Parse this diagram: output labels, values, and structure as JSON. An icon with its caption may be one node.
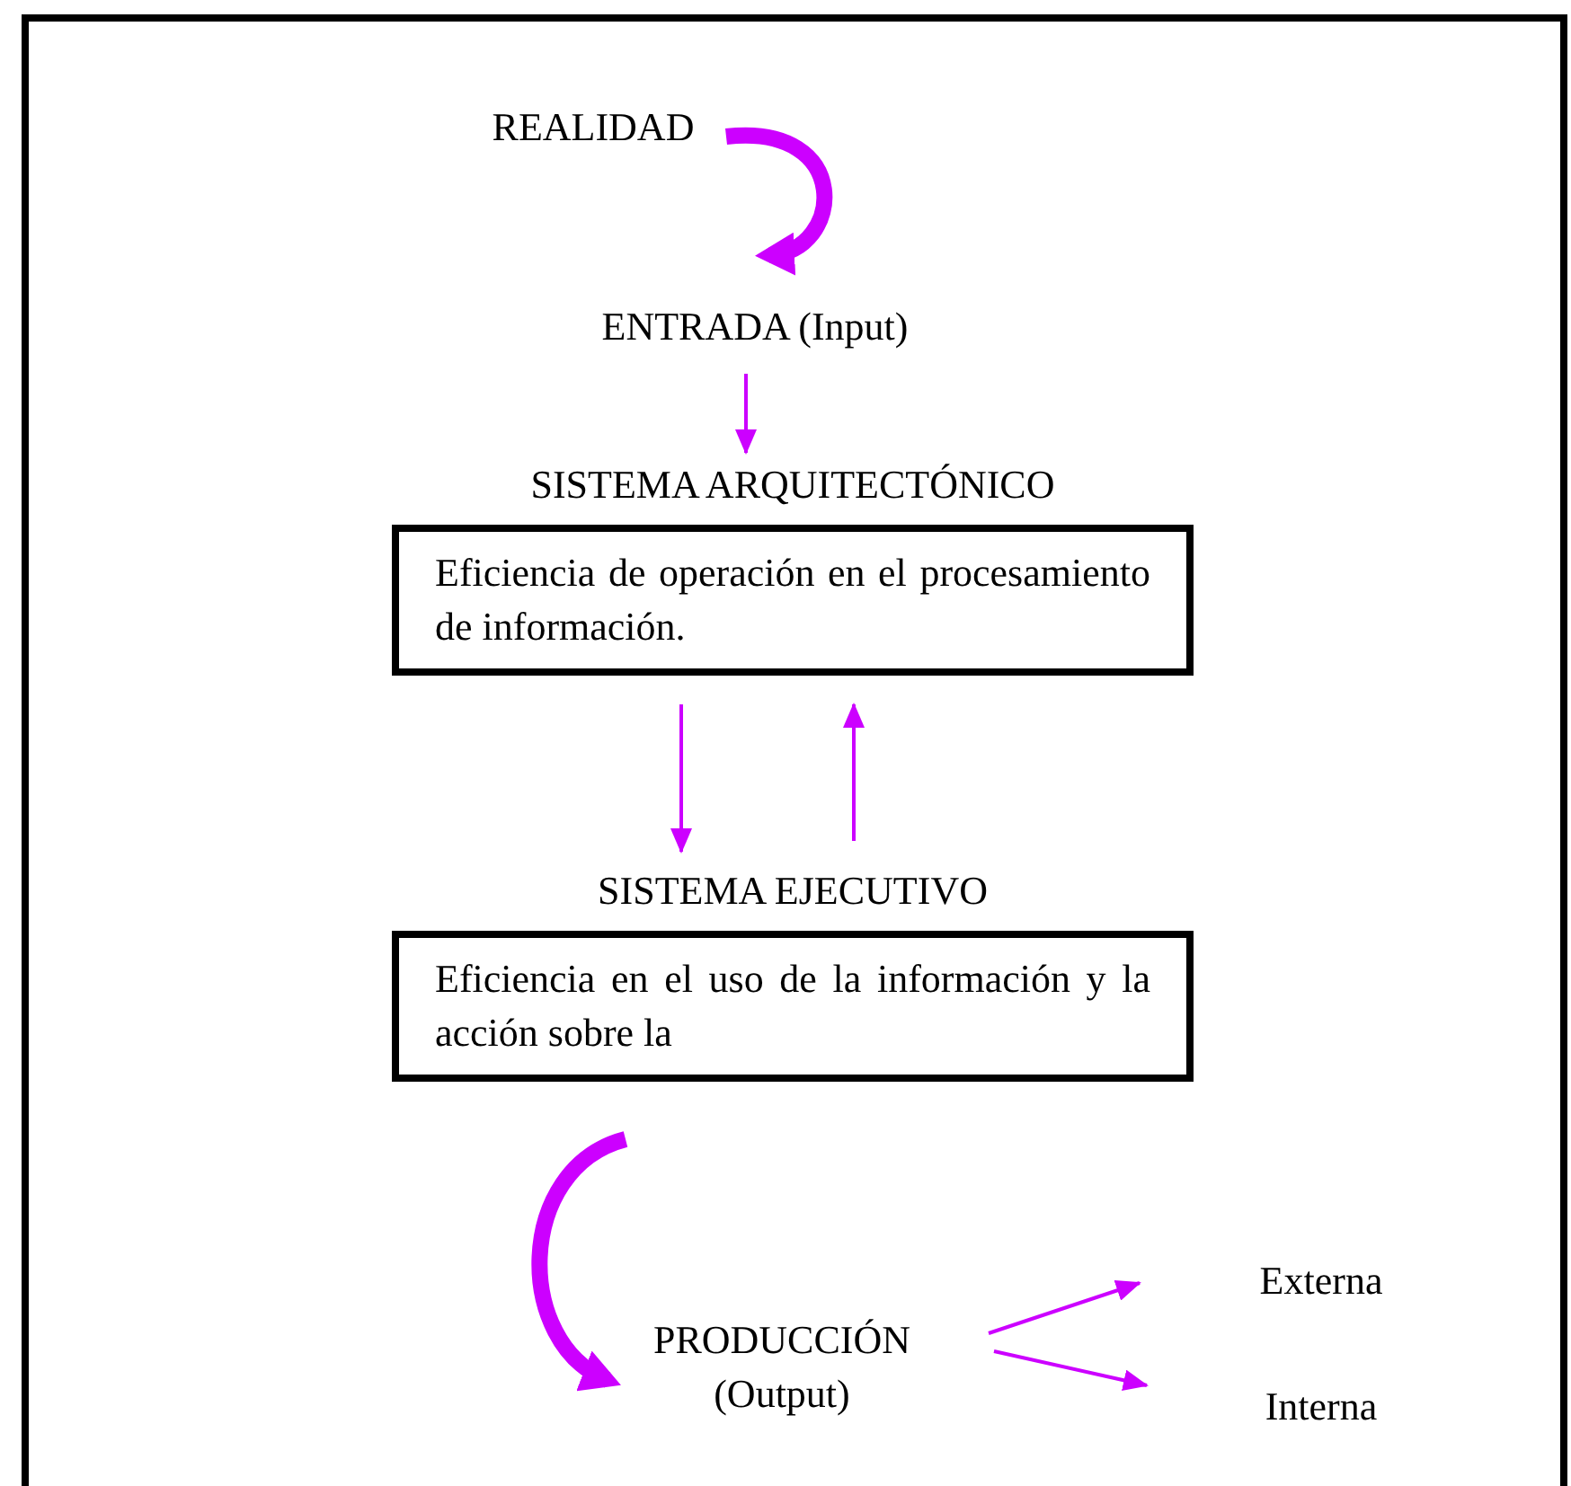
{
  "diagram": {
    "nodes": [
      {
        "text": [
          "REALIDAD"
        ]
      },
      {
        "text": [
          "ENTRADA (Input)"
        ]
      },
      {
        "text": [
          "SISTEMA ARQUITECTÓNICO",
          "Eficiencia de operación en el procesamiento de información."
        ]
      },
      {
        "text": [
          "SISTEMA EJECUTIVO",
          "Eficiencia en el uso de la información y la acción sobre la"
        ]
      },
      {
        "text": [
          "PRODUCCIÓN (Output)"
        ]
      },
      {
        "text": [
          "Externa"
        ]
      },
      {
        "text": [
          "Interna"
        ]
      }
    ],
    "edges": [
      {
        "from": 0,
        "to": 1,
        "arrow": "to",
        "style": "thick"
      },
      {
        "from": 1,
        "to": 2,
        "arrow": "to"
      },
      {
        "from": 2,
        "to": 3,
        "arrow": "to"
      },
      {
        "from": 3,
        "to": 2,
        "arrow": "to"
      },
      {
        "from": 3,
        "to": 4,
        "arrow": "to",
        "style": "thick"
      },
      {
        "from": 4,
        "to": 5,
        "arrow": "to"
      },
      {
        "from": 4,
        "to": 6,
        "arrow": "to"
      }
    ]
  }
}
